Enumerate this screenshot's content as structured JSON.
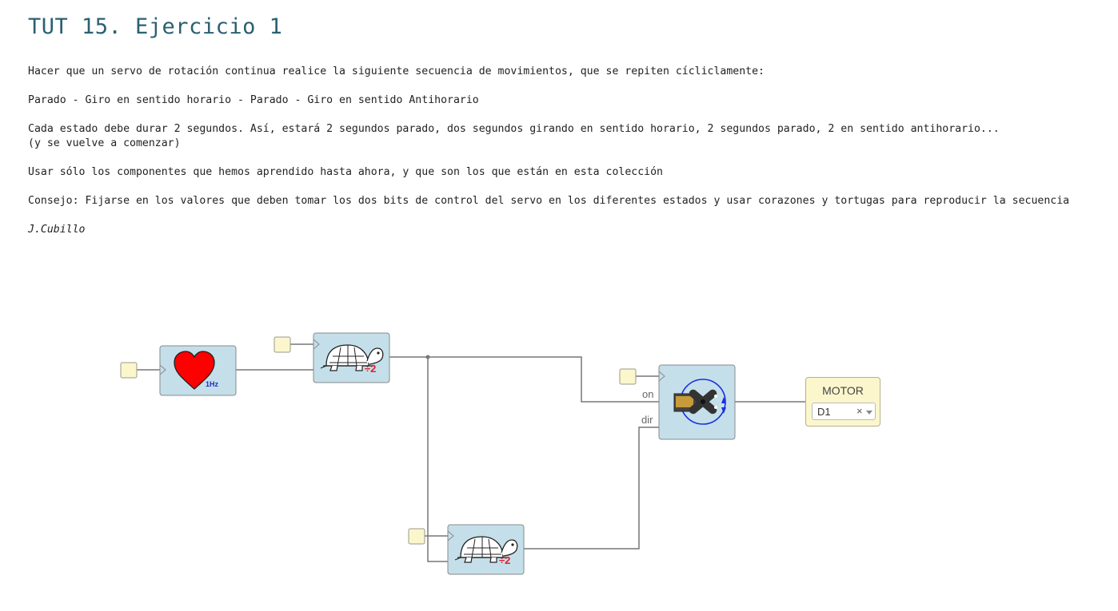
{
  "title": "TUT 15. Ejercicio 1",
  "paragraphs": [
    "Hacer que un servo de rotación continua realice la siguiente secuencia de movimientos, que se repiten cícliclamente:",
    "Parado - Giro en sentido horario - Parado - Giro en sentido Antihorario",
    "Cada estado debe durar 2 segundos. Así, estará 2 segundos parado, dos segundos girando en sentido horario, 2 segundos parado, 2 en sentido antihorario...",
    "(y se vuelve a comenzar)",
    "Usar sólo los componentes que hemos aprendido hasta ahora, y que son los que están en esta colección",
    "Consejo: Fijarse en los valores que deben tomar los dos bits de control del servo en los diferentes estados y usar corazones y tortugas para reproducir la secuencia",
    "J.Cubillo"
  ],
  "diagram": {
    "heart": {
      "freq_label": "1Hz",
      "icon": "heart-icon",
      "color": "#ff0000"
    },
    "turtle1": {
      "div_label": "÷2",
      "icon": "turtle-icon"
    },
    "turtle2": {
      "div_label": "÷2",
      "icon": "turtle-icon"
    },
    "servo": {
      "on_label": "on",
      "dir_label": "dir",
      "icon": "servo-icon"
    },
    "motor": {
      "title": "MOTOR",
      "selected": "D1",
      "clear": "×"
    }
  },
  "colors": {
    "title": "#2b6072",
    "block_fill": "#c4dfea",
    "input_fill": "#fbf6cc",
    "wire": "#777777"
  }
}
